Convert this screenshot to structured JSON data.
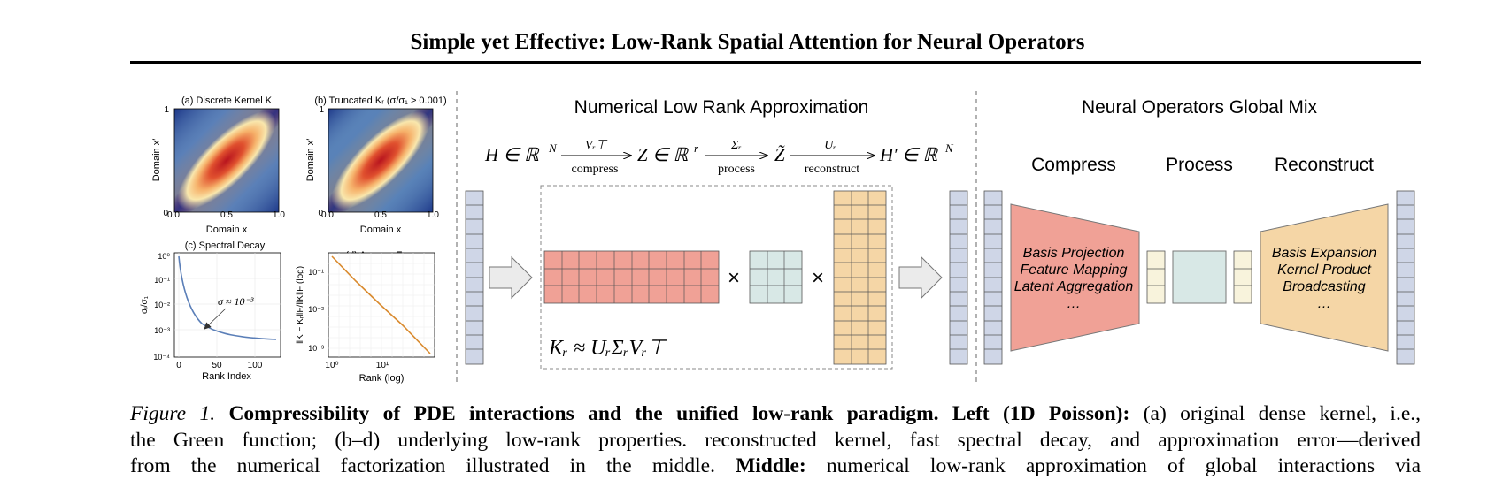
{
  "title": "Simple yet Effective: Low-Rank Spatial Attention for Neural Operators",
  "left_panel": {
    "a": {
      "title": "(a) Discrete Kernel K",
      "xlabel": "Domain x",
      "ylabel": "Domain x′",
      "xticks": [
        "0.0",
        "0.5",
        "1.0"
      ],
      "yticks": [
        "0",
        "1"
      ]
    },
    "b": {
      "title": "(b) Truncated Kᵣ (σ/σ₁ > 0.001)",
      "xlabel": "Domain x",
      "ylabel": "Domain x′",
      "xticks": [
        "0.0",
        "0.5",
        "1.0"
      ],
      "yticks": [
        "0",
        "1"
      ]
    },
    "c": {
      "title": "(c) Spectral Decay",
      "xlabel": "Rank Index",
      "ylabel": "σᵢ/σ₁",
      "xticks": [
        "0",
        "50",
        "100"
      ],
      "yticks": [
        "10⁰",
        "10⁻¹",
        "10⁻²",
        "10⁻³",
        "10⁻⁴"
      ],
      "annotation": "σ ≈ 10⁻³"
    },
    "d": {
      "title": "(d) Approx. Error",
      "xlabel": "Rank (log)",
      "ylabel": "‖K − Kᵣ‖F/‖K‖F (log)",
      "xticks": [
        "10⁰",
        "10¹"
      ],
      "yticks": [
        "10⁻¹",
        "10⁻²",
        "10⁻³"
      ]
    }
  },
  "middle_panel": {
    "heading": "Numerical Low Rank Approximation",
    "H": "H ∈ ℝ",
    "H_sup": "N",
    "arrow1_top": "Vᵣ⊤",
    "arrow1_bottom": "compress",
    "Z": "Z ∈ ℝ",
    "Z_sup": "r",
    "arrow2_top": "Σᵣ",
    "arrow2_bottom": "process",
    "Ztilde": "Z̃",
    "arrow3_top": "Uᵣ",
    "arrow3_bottom": "reconstruct",
    "Hprime": "H′ ∈ ℝ",
    "Hprime_sup": "N",
    "times": "×",
    "formula": "Kᵣ ≈ UᵣΣᵣVᵣ⊤"
  },
  "right_panel": {
    "heading": "Neural Operators Global Mix",
    "stage_compress": "Compress",
    "stage_process": "Process",
    "stage_reconstruct": "Reconstruct",
    "compress_lines": [
      "Basis Projection",
      "Feature Mapping",
      "Latent Aggregation",
      "…"
    ],
    "reconstruct_lines": [
      "Basis Expansion",
      "Kernel Product",
      "Broadcasting",
      "…"
    ]
  },
  "colors": {
    "red_block": "#f0a196",
    "teal_block": "#d8e8e6",
    "orange_block": "#f5d6a6",
    "blue_block": "#cfd6e7",
    "yellow_block": "#f8f3dc"
  },
  "caption": {
    "label": "Figure 1.",
    "bold1": "Compressibility of PDE interactions and the unified low-rank paradigm. Left (1D Poisson):",
    "text1": "(a) original dense kernel, i.e.,",
    "line2": "the Green function; (b–d) underlying low-rank properties. reconstructed kernel, fast spectral decay, and approximation error—derived",
    "line3a": "from the numerical factorization illustrated in the middle.",
    "bold2": "Middle:",
    "line3b": "numerical low-rank approximation of global interactions via"
  }
}
